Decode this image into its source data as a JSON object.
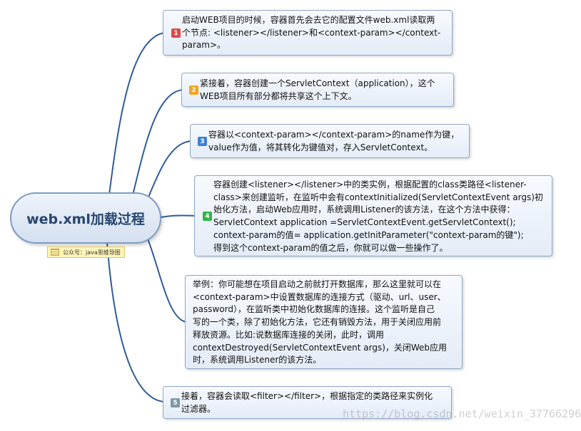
{
  "root": {
    "title": "web.xml加载过程"
  },
  "note": {
    "text": "公众号：java思维导图"
  },
  "colors": {
    "branch": "#2f5d99",
    "badge_1": "#e04848",
    "badge_2": "#f2a51f",
    "badge_3": "#3c7fd6",
    "badge_4": "#35b24a",
    "badge_5": "#7d98a6"
  },
  "topics": [
    {
      "badge": "1",
      "lines": [
        "启动WEB项目的时候，容器首先会去它的配置文件web.xml读取两",
        "个节点: <listener></listener>和<context-param></context-",
        "param>。"
      ]
    },
    {
      "badge": "2",
      "lines": [
        "紧接着，容器创建一个ServletContext（application），这个",
        "WEB项目所有部分都将共享这个上下文。"
      ]
    },
    {
      "badge": "3",
      "lines": [
        "容器以<context-param></context-param>的name作为键，",
        "value作为值，将其转化为键值对，存入ServletContext。"
      ]
    },
    {
      "badge": "4",
      "lines": [
        "容器创建<listener></listener>中的类实例，根据配置的class类路径<listener-",
        "class>来创建监听，在监听中会有contextInitialized(ServletContextEvent args)初",
        "始化方法，启动Web应用时，系统调用Listener的该方法，在这个方法中获得：",
        "ServletContext application =ServletContextEvent.getServletContext();",
        "context-param的值= application.getInitParameter(\"context-param的键\");",
        "得到这个context-param的值之后，你就可以做一些操作了。"
      ]
    },
    {
      "badge": "",
      "lines": [
        "举例：你可能想在项目启动之前就打开数据库，那么这里就可以在",
        "<context-param>中设置数据库的连接方式（驱动、url、user、",
        "password），在监听类中初始化数据库的连接。这个监听是自己",
        "写的一个类，除了初始化方法，它还有销毁方法，用于关闭应用前",
        "释放资源。比如:说数据库连接的关闭，此时，调用",
        "contextDestroyed(ServletContextEvent args)，关闭Web应用",
        "时，系统调用Listener的该方法。"
      ]
    },
    {
      "badge": "5",
      "lines": [
        "接着，容器会读取<filter></filter>，根据指定的类路径来实例化",
        "过滤器。"
      ]
    }
  ],
  "watermark": "https://blog.csdn.net/weixin_37766296"
}
